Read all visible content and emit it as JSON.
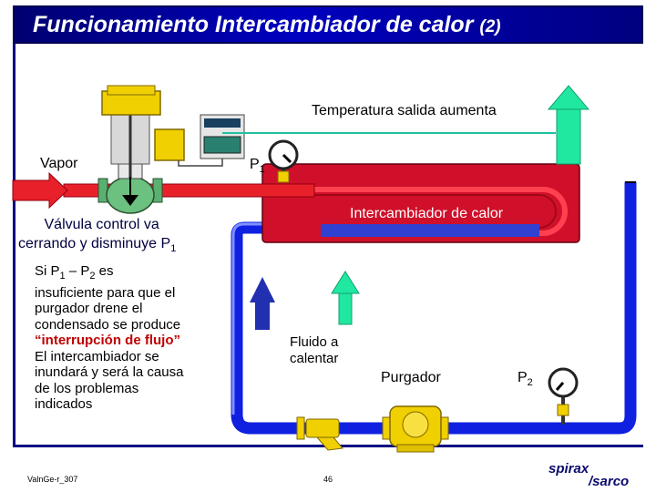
{
  "title": {
    "main": "Funcionamiento Intercambiador de calor",
    "suffix": "(2)"
  },
  "labels": {
    "temp_outlet": "Temperatura salida aumenta",
    "steam": "Vapor",
    "p1_letter": "P",
    "p1_sub": "1",
    "valve_line1": "Válvula control va",
    "valve_line2_pre": "cerrando y disminuye P",
    "valve_line2_sub": "1",
    "exchanger": "Intercambiador de calor",
    "fluid_line1": "Fluido a",
    "fluid_line2": "calentar",
    "trap": "Purgador",
    "p2_letter": "P",
    "p2_sub": "2"
  },
  "note": {
    "l1_pre": "Si  P",
    "l1_sub1": "1",
    "l1_mid": " – P",
    "l1_sub2": "2",
    "l1_post": " es",
    "l2": "insuficiente para que el",
    "l3": "purgador drene el",
    "l4": "condensado se produce",
    "l5": "“interrupción de flujo”",
    "l6": "El intercambiador se",
    "l7": "inundará y será la causa",
    "l8": "de los problemas",
    "l9": "indicados"
  },
  "footer": {
    "code": "ValnGe-r_307",
    "page": "46",
    "brand_line1": "spirax",
    "brand_line2": "/sarco"
  },
  "colors": {
    "title_bg": "#0000a0",
    "pipe_steam": "#e8202a",
    "pipe_condensate": "#1020e0",
    "exchanger_body": "#d0102a",
    "arrow_fluid": "#20e8a0",
    "arrow_blue": "#2030b0",
    "valve_yellow": "#f0d000"
  }
}
